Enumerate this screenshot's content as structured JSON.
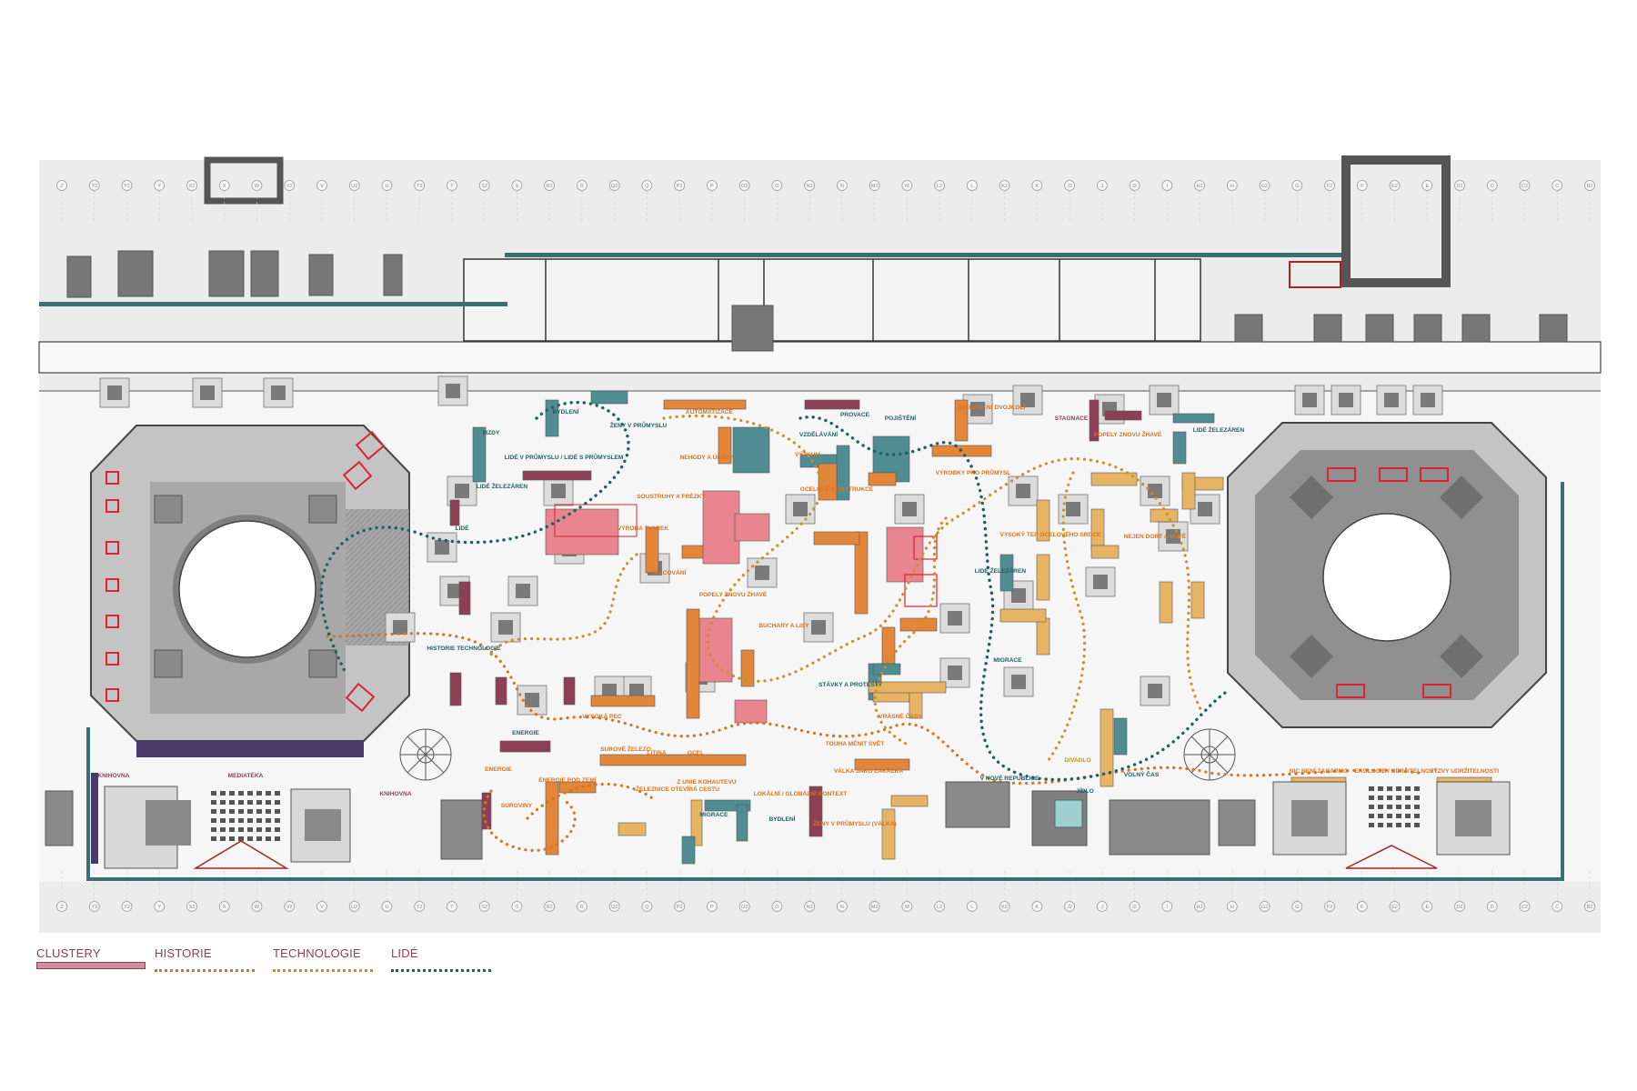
{
  "legend": {
    "clustery": "CLUSTERY",
    "historie": "HISTORIE",
    "technologie": "TECHNOLOGIE",
    "lide": "LIDÉ"
  },
  "colors": {
    "clustery": "#8c3f55",
    "historie": "#d9731f",
    "technologie": "#c9902b",
    "lide": "#1f5f63",
    "orange": "#e3863a",
    "yellow": "#e7b465",
    "teal": "#4f8d93",
    "pink": "#e8858f",
    "wall": "#3b6f73",
    "grey": "#8a8a8a"
  },
  "grid_axis": [
    "Z",
    "Y3",
    "Y2",
    "Y",
    "X2",
    "X",
    "W",
    "V2",
    "V",
    "U2",
    "U",
    "T2",
    "T",
    "S2",
    "S",
    "R2",
    "R",
    "Q2",
    "Q",
    "P2",
    "P",
    "O2",
    "O",
    "N2",
    "N",
    "M2",
    "M",
    "L2",
    "L",
    "K2",
    "K",
    "J2",
    "J",
    "I2",
    "I",
    "H2",
    "H",
    "G2",
    "G",
    "F2",
    "F",
    "E2",
    "E",
    "D2",
    "D",
    "C2",
    "C",
    "B2"
  ],
  "labels": {
    "mzdy": "MZDY",
    "bydleni": "BYDLENÍ",
    "zeny_v_prumyslu": "ŽENY V PRŮMYSLU",
    "lide_v_prumyslu": "LIDÉ V PRŮMYSLU / LIDÉ S PRŮMYSLEM",
    "lide_zelezaren": "LIDÉ ŽELEZÁREN",
    "lide": "LIDÉ",
    "automatizace": "AUTOMATIZACE",
    "nehody_a_urazy": "NEHODY A ÚRAZY",
    "soustruhy": "SOUSTRUHY A FRÉZKY",
    "vyroba_tvarek": "VÝROBA TVAREK",
    "vzdelavani": "VZDĚLÁVÁNÍ",
    "provace": "PROVACE",
    "pojisteni": "POJIŠTĚNÍ",
    "vyzkum": "VÝZKUM",
    "ocelove_konstrukce": "OCELOVÉ KONSTRUKCE",
    "zeleznicni_dvojkoli": "ŽELEZNIČNÍ DVOJKOLÍ",
    "vyrobky_pro_prumysl": "VÝROBKY PRO PRŮMYSL",
    "stagnace": "STAGNACE",
    "popely_znovu_zhave": "POPELY ZNOVU ŽHAVÉ",
    "lide_zelezaren_2": "LIDÉ ŽELEZÁREN",
    "valcovani": "VÁLCOVÁNÍ",
    "popely_znovu_zhave_2": "POPELY ZNOVU ŽHAVÉ",
    "buchary_a_lisy": "BUCHARY A LISY",
    "historie_technologie": "HISTORIE TECHNOLOGIE",
    "vysoka_pec": "VYSOKÁ PEC",
    "energie": "ENERGIE",
    "energie_2": "ENERGIE",
    "surove_zelezo": "SUROVÉ ŽELEZO",
    "litina": "LITINA",
    "ocel": "OCEL",
    "energie_pod_zemi": "ENERGIE POD ZEMÍ",
    "suroviny": "SUROVINY",
    "zeleznice": "ŽELEZNICE OTEVÍRÁ CESTU",
    "z_unie": "Z UNIE KOHAUTEVU",
    "migrace": "MIGRACE",
    "bydleni_2": "BYDLENÍ",
    "lokalni": "LOKÁLNÍ / GLOBÁLNÍ KONTEXT",
    "zeny_v_prumyslu_2": "ŽENY V PRŮMYSLU (VÁLKA)",
    "stavky": "STÁVKY A PROTESTY",
    "touha": "TOUHA MĚNIT SVĚT",
    "valka_jako_zakazka": "VÁLKA JAKO ZAKÁZKA",
    "vrasne_casy": "VRÁSNÉ ČASY",
    "vysoky_tep": "VYSOKÝ TEP OCELOVÉHO SRDCE",
    "nejen_dort": "NEJEN DORT A HUTĚ",
    "lide_zelezaren_3": "LIDÉ ŽELEZÁREN",
    "migrace_2": "MIGRACE",
    "v_nove_republice": "V NOVÉ REPUBLICE",
    "divadlo": "DIVADLO",
    "jidlo": "JÍDLO",
    "volny_cas": "VOLNÝ ČAS",
    "nic_neni_zadarmo": "NIC NENÍ ZADARMO",
    "ekologie": "EKOLOGIE / UDRŽITELNOST",
    "vyzvy": "VÝZVY UDRŽITELNOSTI",
    "knihovna": "KNIHOVNA",
    "mediateka": "MEDIATÉKA",
    "knihovna_2": "KNIHOVNA"
  }
}
